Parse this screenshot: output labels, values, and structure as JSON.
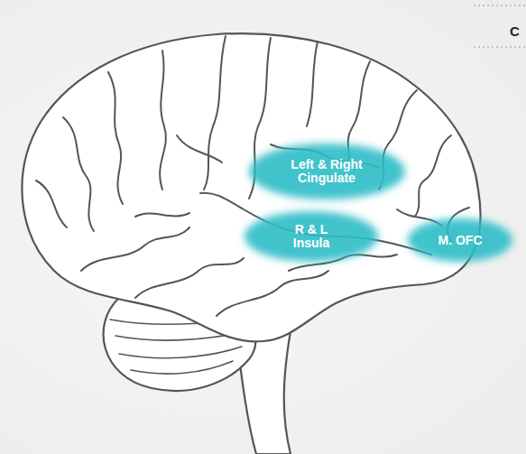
{
  "diagram": {
    "nodes": [
      {
        "text": [
          "Left & Right Cingulate"
        ]
      },
      {
        "text": [
          "R & L Insula"
        ]
      },
      {
        "text": [
          "M. OFC"
        ]
      }
    ],
    "labels": [
      "C"
    ]
  }
}
